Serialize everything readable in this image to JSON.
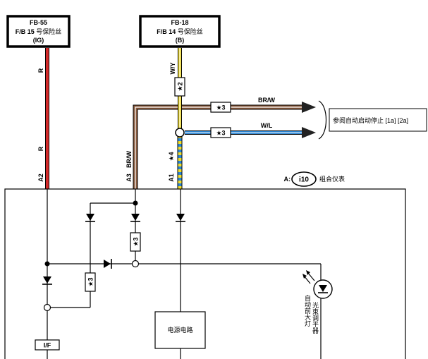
{
  "fuses": [
    {
      "code": "FB-55",
      "line2_prefix": "F/B 15",
      "line2_suffix": "号保险丝",
      "line3": "(IG)"
    },
    {
      "code": "FB-18",
      "line2_prefix": "F/B 14",
      "line2_suffix": "号保险丝",
      "line3": "(B)"
    }
  ],
  "wire_colors": {
    "left_upper": "R",
    "left_lower": "R",
    "middle_upper": "W/Y",
    "brown_vertical": "BR/W",
    "brown_horizontal": "BR/W",
    "blue_horizontal": "W/L"
  },
  "splice_marks": {
    "fuse18_wire": "★2",
    "brown_line": "★3",
    "blue_line": "★3",
    "striped_wire": "★4",
    "internal_middle": "★3",
    "internal_left": "★3"
  },
  "pins": [
    "A2",
    "A3",
    "A1"
  ],
  "reference_text": "参阅自动启动停止 [1a] [2a]",
  "connector": {
    "prefix": "A:",
    "id": "i10",
    "name": "组合仪表"
  },
  "internal": {
    "power_circuit": "电源电路",
    "interface": "I/F",
    "dimmer_line1": "自动前大灯",
    "dimmer_line2": "光束调平器"
  },
  "colors": {
    "red_wire": "#d42a2a",
    "brown_wire": "#8a5a3c",
    "yellow_wire": "#f2dc2a",
    "blue_wire": "#2a86d6"
  }
}
